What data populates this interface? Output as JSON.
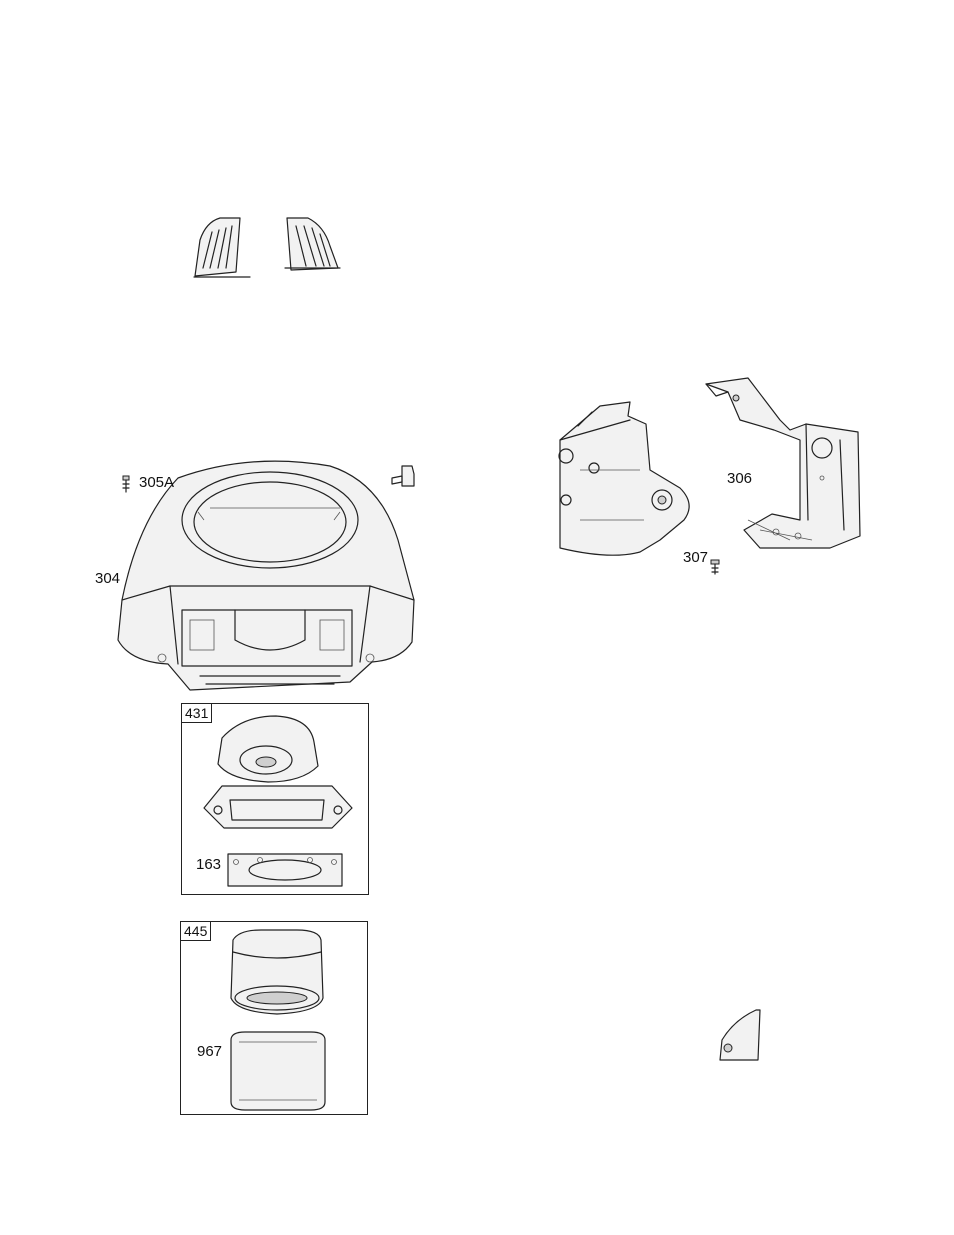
{
  "labels": {
    "p305a": "305A",
    "p304": "304",
    "p306": "306",
    "p307": "307",
    "p163": "163",
    "p967": "967"
  },
  "boxes": {
    "b431": "431",
    "b445": "445"
  }
}
